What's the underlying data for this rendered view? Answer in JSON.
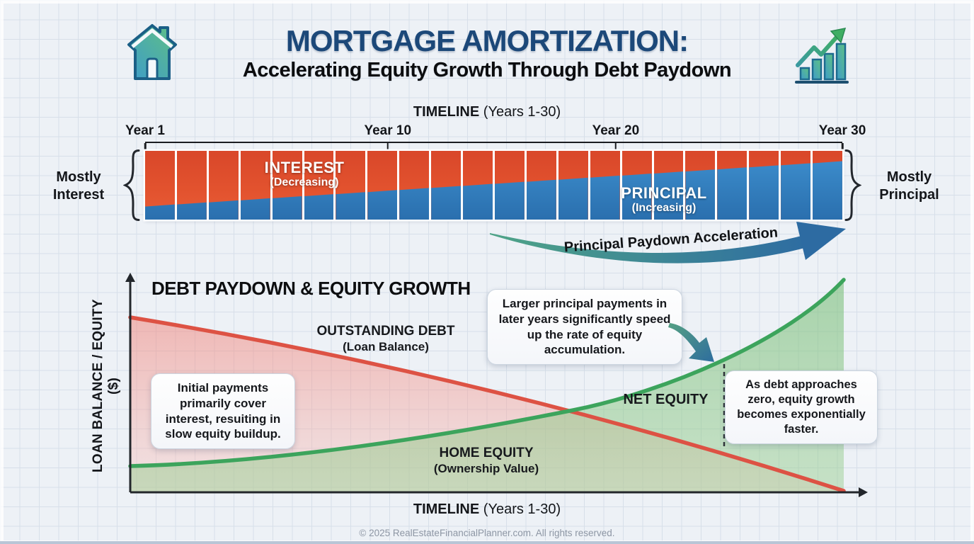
{
  "header": {
    "title": "MORTGAGE AMORTIZATION:",
    "subtitle": "Accelerating Equity Growth Through Debt Paydown",
    "icons": {
      "left": "house-icon",
      "right": "growth-chart-icon"
    }
  },
  "payment_bar": {
    "axis_title_main": "TIMELINE",
    "axis_title_sub": "(Years 1-30)",
    "ticks": [
      "Year 1",
      "Year 10",
      "Year 20",
      "Year 30"
    ],
    "left_label": "Mostly Interest",
    "right_label": "Mostly Principal",
    "interest_label": "INTEREST",
    "interest_sublabel": "(Decreasing)",
    "principal_label": "PRINCIPAL",
    "principal_sublabel": "(Increasing)",
    "segments": 22,
    "principal_share_pct": {
      "start": 19,
      "end": 85
    },
    "arrow_label": "Principal Paydown Acceleration",
    "colors": {
      "interest": "#e2522e",
      "principal": "#2f7cbc",
      "arrow_gradient": [
        "#4fa487",
        "#2d6ba2"
      ]
    }
  },
  "equity_chart": {
    "title": "DEBT PAYDOWN & EQUITY GROWTH",
    "y_axis_label": "LOAN BALANCE / EQUITY ($)",
    "x_axis_label_main": "TIMELINE",
    "x_axis_label_sub": "(Years 1-30)",
    "debt_label": "OUTSTANDING DEBT",
    "debt_sublabel": "(Loan Balance)",
    "equity_label": "HOME EQUITY",
    "equity_sublabel": "(Ownership Value)",
    "net_equity_label": "NET EQUITY",
    "callouts": [
      {
        "id": "early-years",
        "text": "Initial payments primarily cover interest, resuiting in slow equity buildup."
      },
      {
        "id": "later-years",
        "text": "Larger principal payments in later years significantly speed up the rate of equity accumulation."
      },
      {
        "id": "debt-zero",
        "text": "As debt approaches zero, equity growth becomes exponentially faster."
      }
    ],
    "colors": {
      "debt_line": "#dd5244",
      "debt_fill": "#f4a097",
      "equity_line": "#3ca45c",
      "equity_fill": "#8cc98c",
      "pointer_arrow": "#35749e"
    }
  },
  "chart_data": [
    {
      "type": "bar",
      "subtype": "stacked-100pct-timeline",
      "title": "TIMELINE (Years 1-30)",
      "tick_labels": [
        "Year 1",
        "Year 10",
        "Year 20",
        "Year 30"
      ],
      "series": [
        {
          "name": "INTEREST (Decreasing)",
          "color": "#e2522e",
          "share_pct_at_ticks": [
            81,
            60,
            38,
            15
          ]
        },
        {
          "name": "PRINCIPAL (Increasing)",
          "color": "#2f7cbc",
          "share_pct_at_ticks": [
            19,
            40,
            62,
            85
          ]
        }
      ],
      "annotation": "Principal Paydown Acceleration",
      "note": "Conceptual 100%-stacked payment composition across 22 payment segments; interest share shrinks as principal share grows."
    },
    {
      "type": "area",
      "title": "DEBT PAYDOWN & EQUITY GROWTH",
      "xlabel": "TIMELINE (Years 1-30)",
      "ylabel": "LOAN BALANCE / EQUITY ($)",
      "x_years": [
        1,
        5,
        10,
        15,
        20,
        25,
        30
      ],
      "series": [
        {
          "name": "OUTSTANDING DEBT (Loan Balance)",
          "color": "#dd5244",
          "values_pct": [
            100,
            95,
            87,
            76,
            62,
            38,
            0
          ]
        },
        {
          "name": "HOME EQUITY (Ownership Value)",
          "color": "#3ca45c",
          "values_pct": [
            8,
            12,
            20,
            32,
            48,
            72,
            100
          ]
        }
      ],
      "annotations": [
        "NET EQUITY",
        "dashed marker where accelerating equity growth overtakes remaining debt (~year 25)"
      ],
      "note": "Qualitative curves (no numeric axis shown); values are relative % of original loan amount."
    }
  ],
  "footer": {
    "copyright": "© 2025 RealEstateFinancialPlanner.com. All rights reserved."
  }
}
